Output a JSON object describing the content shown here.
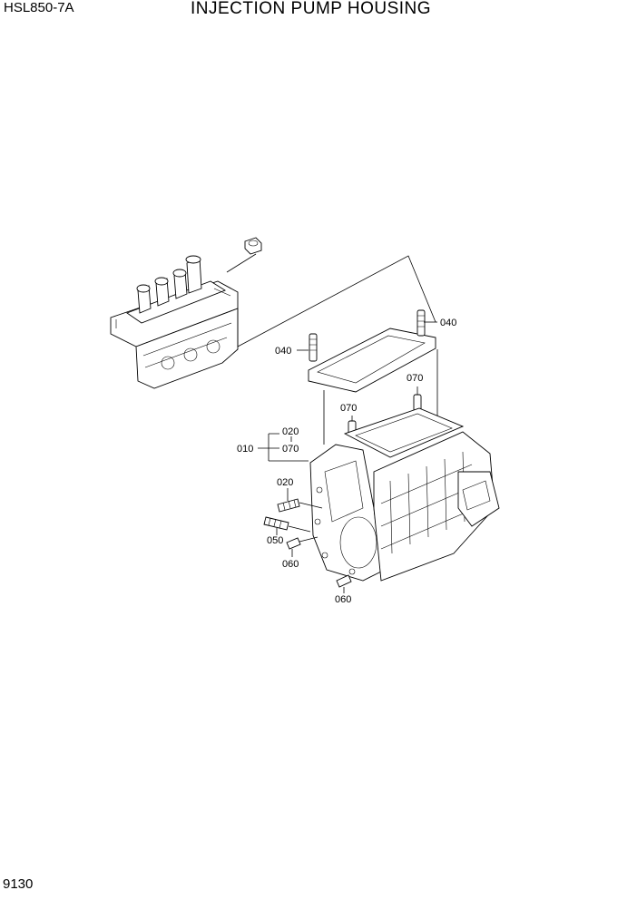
{
  "header": {
    "model": "HSL850-7A",
    "title": "INJECTION PUMP HOUSING"
  },
  "footer": {
    "page_number": "9130"
  },
  "callouts": {
    "c010": "010",
    "c020_top": "020",
    "c070_top": "070",
    "c020_side": "020",
    "c040_left": "040",
    "c040_right": "040",
    "c070_left": "070",
    "c070_right": "070",
    "c050": "050",
    "c060_a": "060",
    "c060_b": "060"
  }
}
